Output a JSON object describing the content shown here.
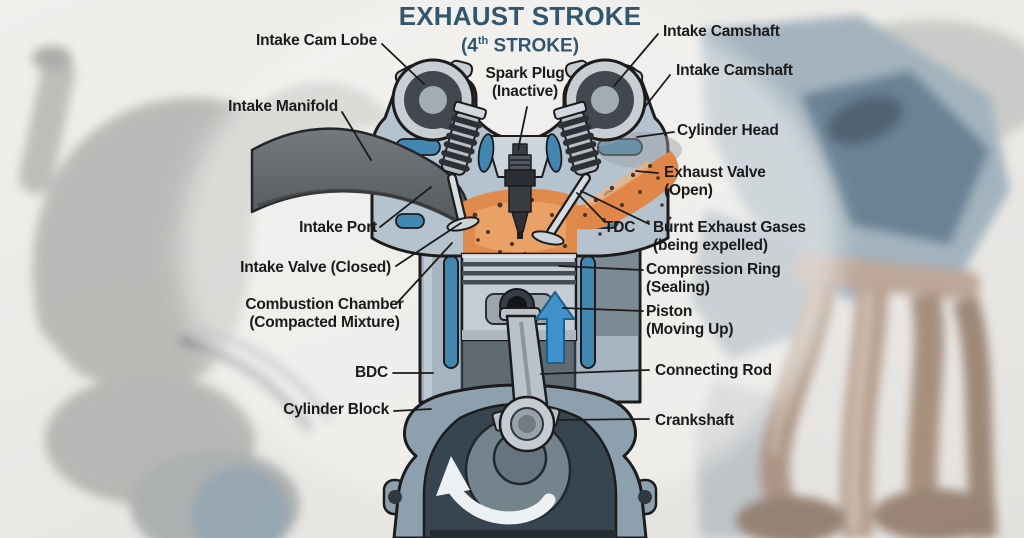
{
  "title": {
    "main": "EXHAUST STROKE",
    "sub_open": "(4",
    "sub_sup": "th",
    "sub_close": " STROKE)"
  },
  "labels": {
    "intake_cam_lobe": "Intake Cam Lobe",
    "intake_camshaft_top": "Intake Camshaft",
    "intake_camshaft_lower": "Intake Camshaft",
    "intake_manifold": "Intake Manifold",
    "cylinder_head": "Cylinder Head",
    "spark_plug_line1": "Spark Plug",
    "spark_plug_line2": "(Inactive)",
    "exhaust_valve_line1": "Exhaust Valve",
    "exhaust_valve_line2": "(Open)",
    "tdc": "TDC",
    "burnt_gases_line1": "Burnt Exhaust Gases",
    "burnt_gases_line2": "(being expelled)",
    "intake_port": "Intake Port",
    "intake_valve": "Intake Valve (Closed)",
    "combustion_chamber_line1": "Combustion Chamber",
    "combustion_chamber_line2": "(Compacted Mixture)",
    "compression_ring_line1": "Compression Ring",
    "compression_ring_line2": "(Sealing)",
    "piston_line1": "Piston",
    "piston_line2": "(Moving Up)",
    "connecting_rod": "Connecting Rod",
    "bdc": "BDC",
    "cylinder_block": "Cylinder Block",
    "crankshaft": "Crankshaft"
  },
  "colors": {
    "title": "#33566f",
    "label_text": "#1b1b1b",
    "engine_body": "#b5c3cf",
    "coolant_blue": "#4287b2",
    "exhaust_gas_orange": "#e08a4c",
    "piston_arrow_blue": "#3f93ca",
    "crankcase_dark": "#36454f",
    "background": "#eceae7"
  }
}
